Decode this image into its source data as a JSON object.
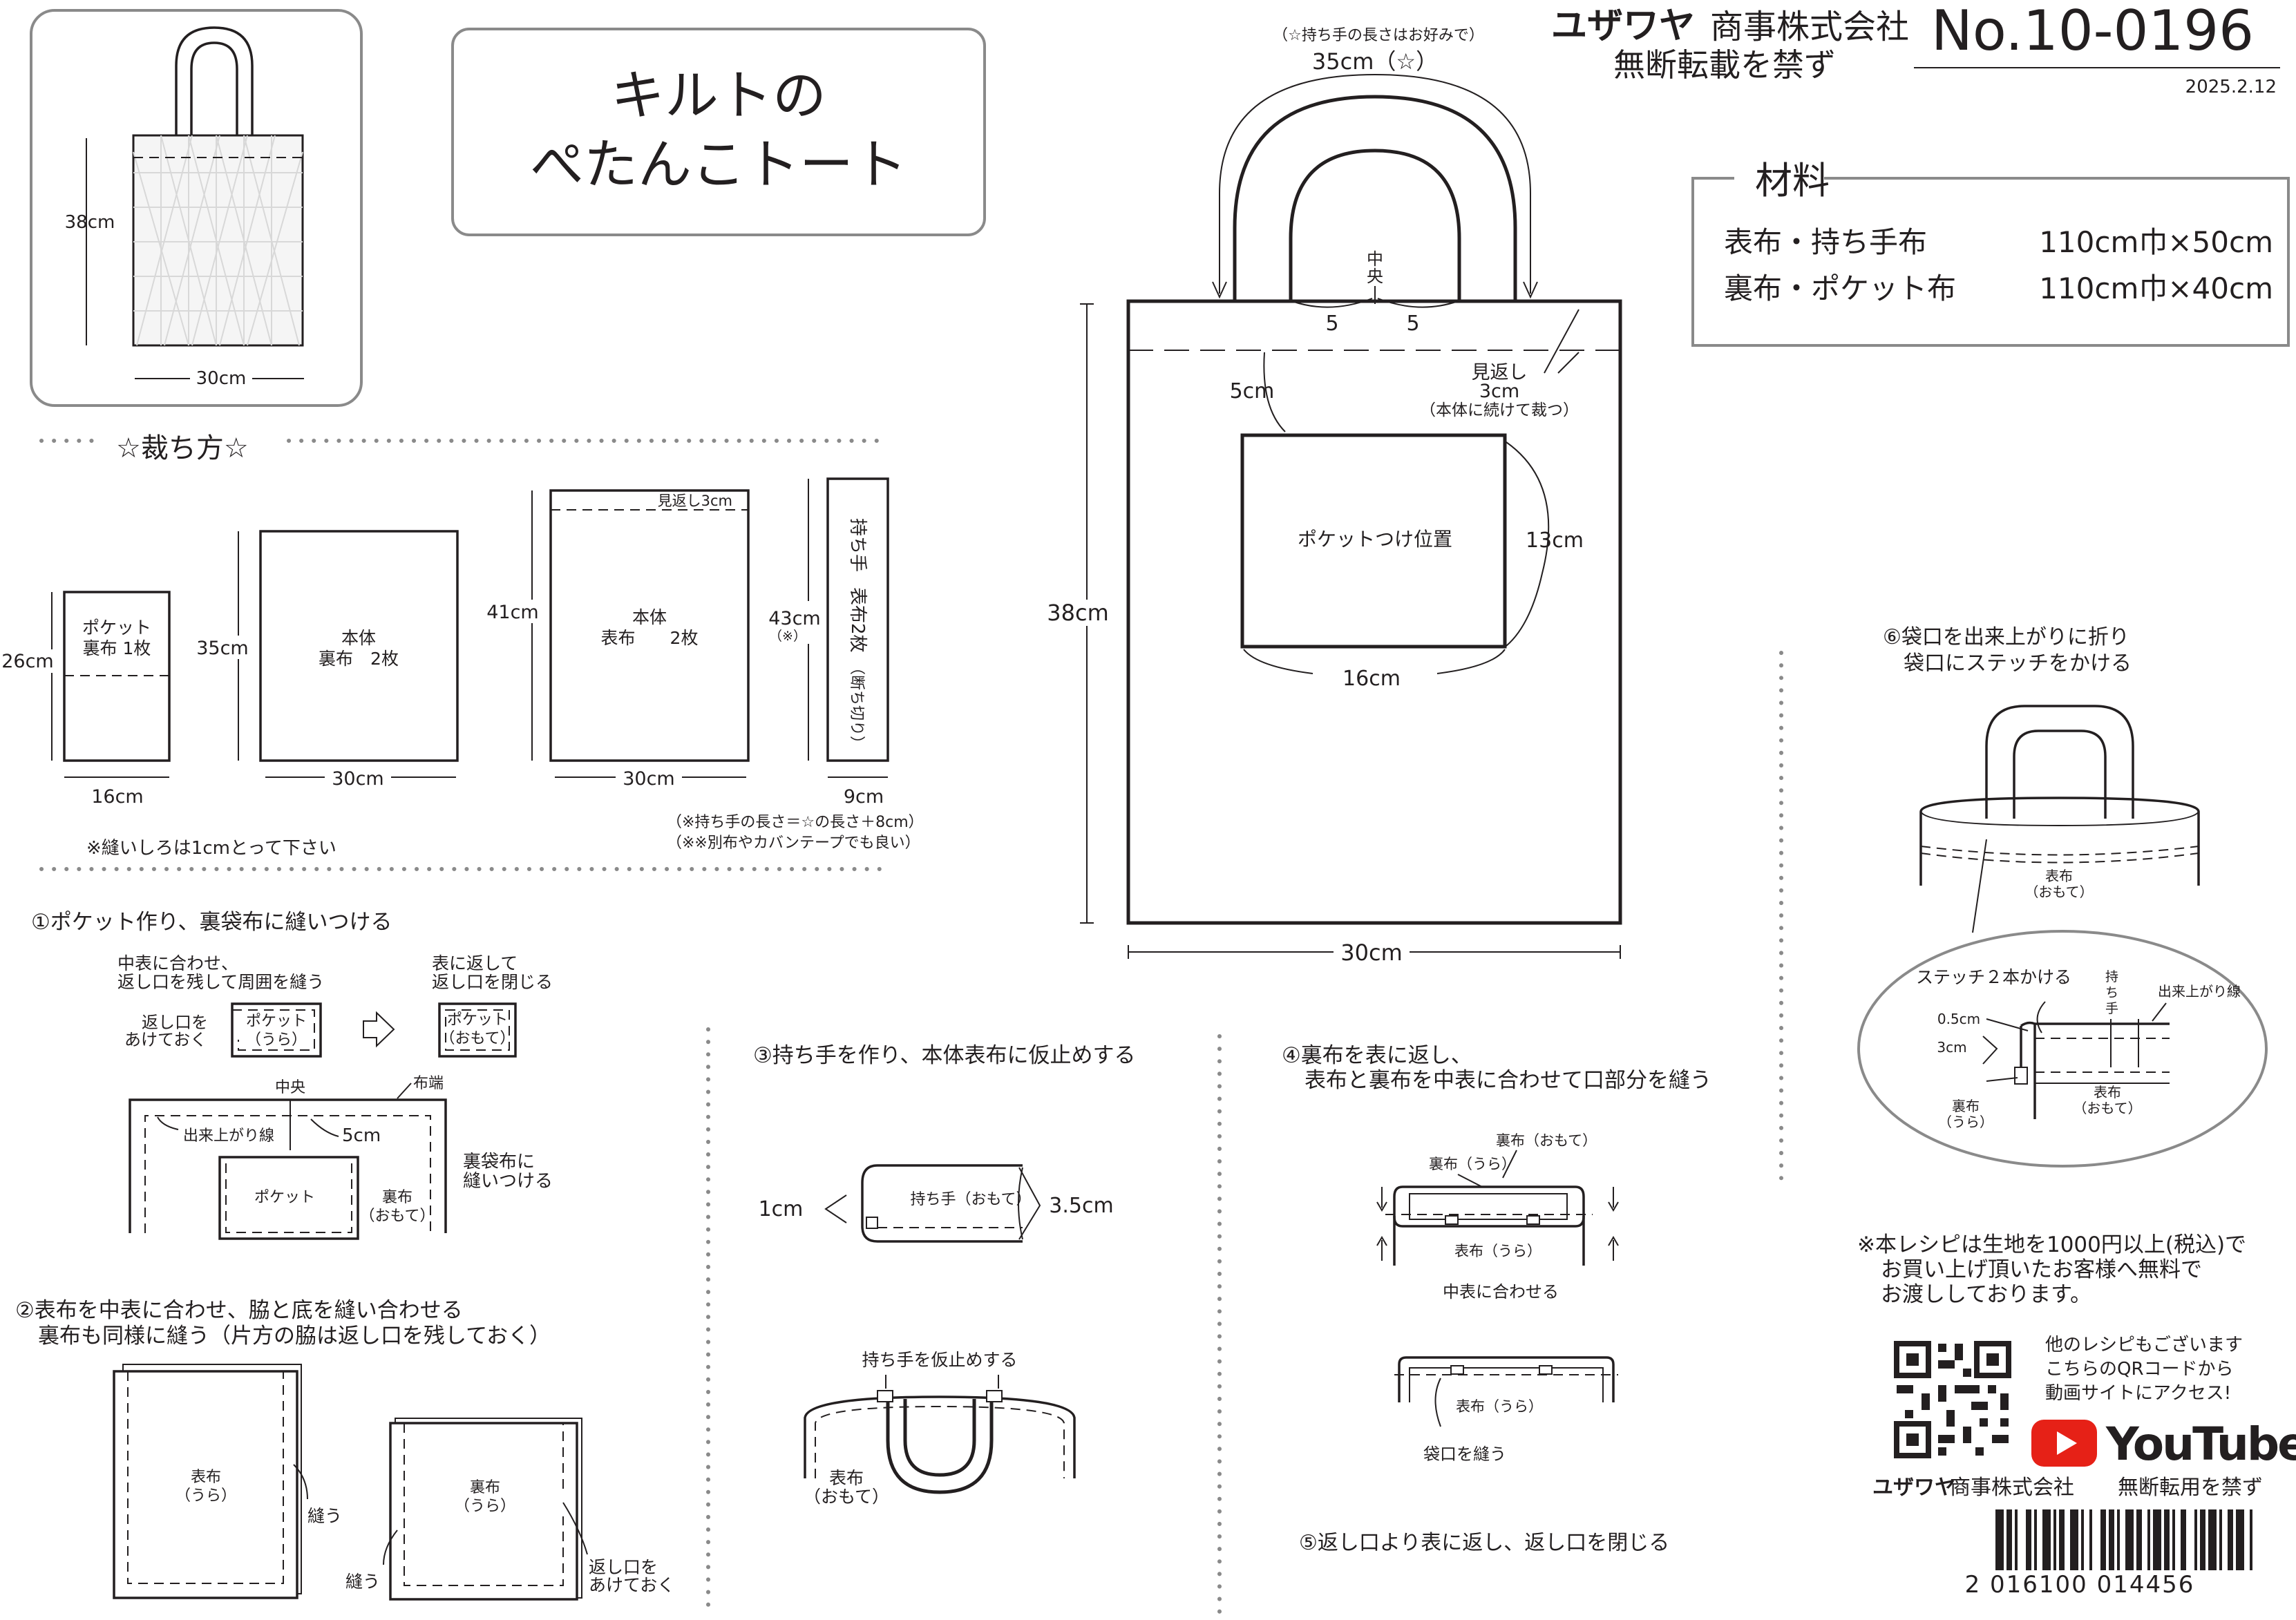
{
  "header": {
    "company": "ユザワヤ",
    "company_suffix": "商事株式会社",
    "notice": "無断転載を禁ず",
    "number": "No.10-0196",
    "date": "2025.2.12"
  },
  "title": {
    "line1": "キルトの",
    "line2": "ぺたんこトート"
  },
  "thumbnail": {
    "height_label": "38cm",
    "width_label": "30cm"
  },
  "materials": {
    "heading": "材料",
    "items": [
      {
        "name": "表布・持ち手布",
        "size": "110cm巾×50cm"
      },
      {
        "name": "裏布・ポケット布",
        "size": "110cm巾×40cm"
      }
    ]
  },
  "cutting": {
    "heading": "☆裁ち方☆",
    "pocket": {
      "label1": "ポケット",
      "label2": "裏布 1枚",
      "height": "26cm",
      "width": "16cm"
    },
    "lining": {
      "label1": "本体",
      "label2": "裏布　2枚",
      "height": "35cm",
      "width": "30cm"
    },
    "outer": {
      "label1": "本体",
      "label2": "表布　　2枚",
      "height": "41cm",
      "width": "30cm",
      "facing": "見返し3cm"
    },
    "handle": {
      "label1": "持ち手",
      "label2": "表布2枚",
      "label3": "（断ち切り）",
      "height": "43cm",
      "note_mark": "（※）",
      "width": "9cm"
    },
    "note1": "（※持ち手の長さ＝☆の長さ＋8cm）",
    "note2": "（※※別布やカバンテープでも良い）",
    "seam_note": "※縫いしろは1cmとって下さい"
  },
  "main_diagram": {
    "handle_note": "（☆持ち手の長さはお好みで）",
    "handle_length": "35cm（☆）",
    "center_label": "中央",
    "offset_left": "5",
    "offset_right": "5",
    "facing1": "見返し",
    "facing2": "3cm",
    "facing3": "（本体に続けて裁つ）",
    "pocket_top": "5cm",
    "pocket_label": "ポケットつけ位置",
    "pocket_height": "13cm",
    "pocket_width": "16cm",
    "height": "38cm",
    "width": "30cm"
  },
  "step1": {
    "title": "①ポケット作り、裏袋布に縫いつける",
    "note_a1": "中表に合わせ、",
    "note_a2": "返し口を残して周囲を縫う",
    "note_b1": "表に返して",
    "note_b2": "返し口を閉じる",
    "opening1": "返し口を",
    "opening2": "あけておく",
    "pocket_back1": "ポケット",
    "pocket_back2": "（うら）",
    "pocket_front1": "ポケット",
    "pocket_front2": "（おもて）",
    "center": "中央",
    "edge": "布端",
    "finish_line": "出来上がり線",
    "dist": "5cm",
    "pocket": "ポケット",
    "lining1": "裏布",
    "lining2": "（おもて）",
    "sew1": "裏袋布に",
    "sew2": "縫いつける"
  },
  "step2": {
    "title1": "②表布を中表に合わせ、脇と底を縫い合わせる",
    "title2": "裏布も同様に縫う（片方の脇は返し口を残しておく）",
    "outer1": "表布",
    "outer2": "（うら）",
    "sew": "縫う",
    "lining1": "裏布",
    "lining2": "（うら）",
    "sew2": "縫う",
    "opening1": "返し口を",
    "opening2": "あけておく"
  },
  "step3": {
    "title": "③持ち手を作り、本体表布に仮止めする",
    "left_dim": "1cm",
    "handle_label": "持ち手（おもて）",
    "right_dim": "3.5cm",
    "tack": "持ち手を仮止めする",
    "outer1": "表布",
    "outer2": "（おもて）"
  },
  "step4": {
    "title1": "④裏布を表に返し、",
    "title2": "表布と裏布を中表に合わせて口部分を縫う",
    "lining_front": "裏布（おもて）",
    "lining_back": "裏布（うら）",
    "outer_back": "表布（うら）",
    "match": "中表に合わせる",
    "lining_back2": "表布（うら）",
    "sew_mouth": "袋口を縫う"
  },
  "step5": {
    "title": "⑤返し口より表に返し、返し口を閉じる"
  },
  "step6": {
    "title1": "⑥袋口を出来上がりに折り",
    "title2": "袋口にステッチをかける",
    "outer1": "表布",
    "outer2": "（おもて）",
    "stitch": "ステッチ２本かける",
    "handle_v": "持ち手",
    "finish": "出来上がり線",
    "d1": "0.5cm",
    "d2": "3cm",
    "lining1": "裏布",
    "lining2": "（うら）",
    "outer3": "表布",
    "outer4": "（おもて）"
  },
  "promo": {
    "line1": "※本レシピは生地を1000円以上(税込)で",
    "line2": "お買い上げ頂いたお客様へ無料で",
    "line3": "お渡ししております。",
    "qr1": "他のレシピもございます",
    "qr2": "こちらのQRコードから",
    "qr3": "動画サイトにアクセス!",
    "youtube": "YouTube",
    "footer_company": "ユザワヤ",
    "footer_suffix": "商事株式会社",
    "footer_notice": "無断転用を禁ず",
    "barcode": "2 016100 014456"
  }
}
